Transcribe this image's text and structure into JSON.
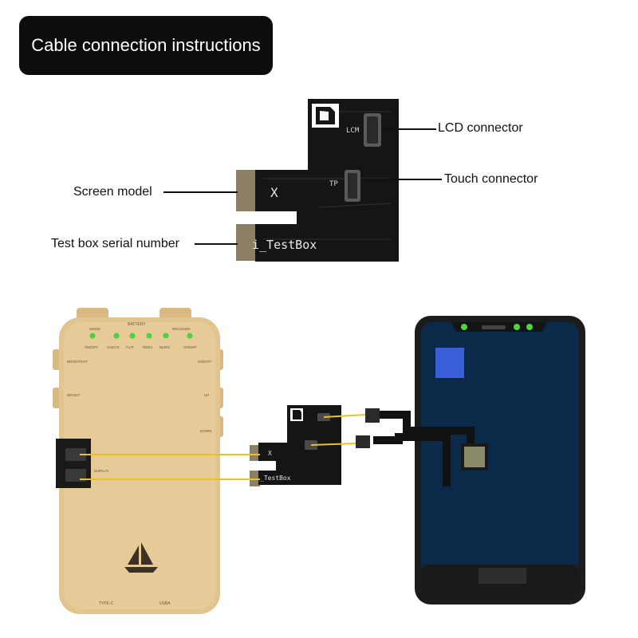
{
  "header": {
    "title": "Cable connection instructions"
  },
  "flex_board": {
    "labels": {
      "lcm": "LCM",
      "tp": "TP",
      "model": "X",
      "serial": "i_TestBox"
    },
    "callouts": {
      "lcd_connector": "LCD connector",
      "touch_connector": "Touch connector",
      "screen_model": "Screen model",
      "serial_number": "Test box serial number"
    }
  },
  "lower_board": {
    "model": "X",
    "serial": "_TestBox"
  },
  "test_box": {
    "top_labels": [
      "BATTERY"
    ],
    "mode_label": "MODE",
    "recover_label": "RECOVER",
    "button_labels": [
      "ON/OFF",
      "CHECK",
      "FLIP",
      "RDEA",
      "BURN",
      "ON/OFF"
    ],
    "side_labels": [
      "BRIGHTEST",
      "BRIGHT",
      "ON/OFF",
      "UP",
      "DOWN"
    ],
    "display_label": "DISPLAY",
    "bottom_labels": [
      "TYPE-C",
      "USBA"
    ]
  },
  "colors": {
    "title_bg": "#0d0d0d",
    "board_black": "#151515",
    "gold_contact": "#9a8a6e",
    "box_gold": "#e2c48e",
    "wire_yellow": "#e9c31c",
    "led_green": "#45d63a",
    "screen_blue": "#0b2a4a"
  }
}
